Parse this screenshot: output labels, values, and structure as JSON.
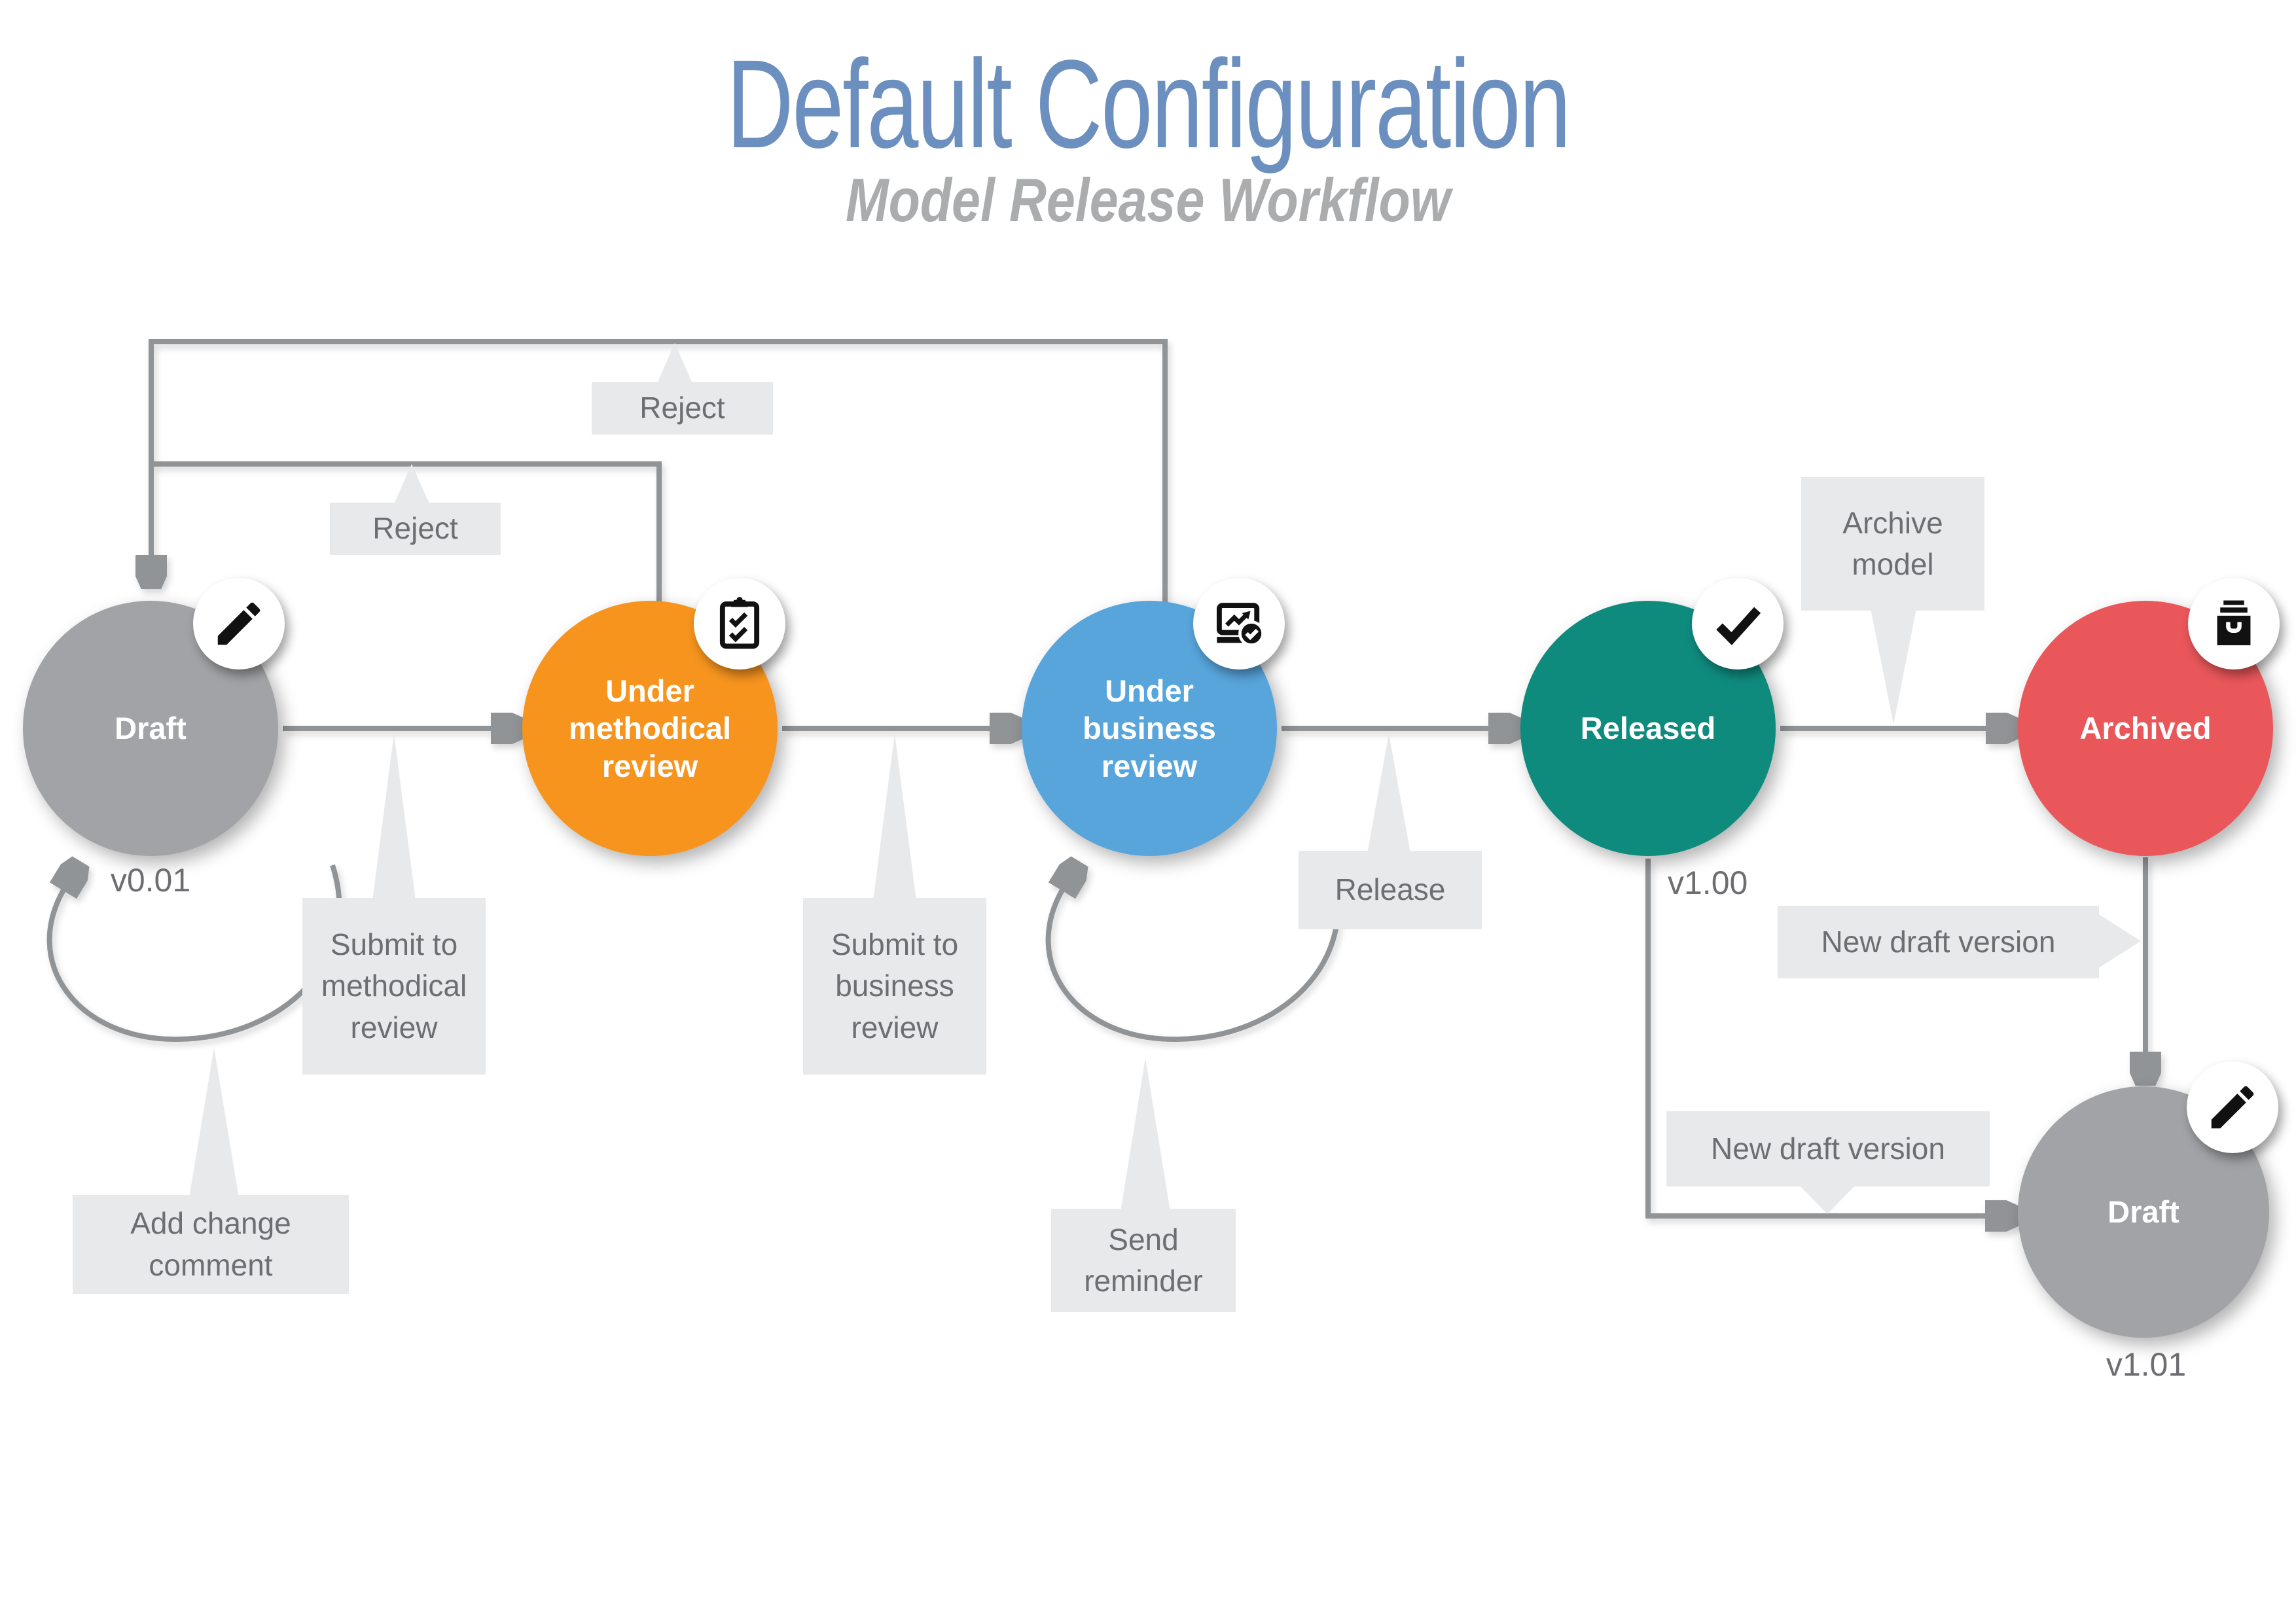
{
  "header": {
    "title": "Default Configuration",
    "subtitle": "Model Release Workflow"
  },
  "colors": {
    "title_text": "#6B8FBE",
    "subtitle_text": "#ABACAE",
    "connector": "#919497",
    "callout_bg": "#E8E9EA",
    "callout_text": "#6D6E71",
    "version_text": "#6D6E71",
    "node_text": "#FFFFFF",
    "badge_bg": "#FFFFFF",
    "icon": "#111111",
    "node_draft": "#A1A3A6",
    "node_methodical": "#F6941E",
    "node_business": "#57A5DB",
    "node_released": "#0F8B7E",
    "node_archived": "#E9575A",
    "node_draft_new": "#A1A3A6"
  },
  "nodes": [
    {
      "id": "draft",
      "label": "Draft",
      "version": "v0.01",
      "icon": "pencil-icon"
    },
    {
      "id": "under-methodical-review",
      "label": "Under methodical review",
      "icon": "clipboard-checklist-icon"
    },
    {
      "id": "under-business-review",
      "label": "Under business review",
      "icon": "laptop-chart-check-icon"
    },
    {
      "id": "released",
      "label": "Released",
      "version": "v1.00",
      "icon": "check-icon"
    },
    {
      "id": "archived",
      "label": "Archived",
      "icon": "archive-box-icon"
    },
    {
      "id": "draft-new",
      "label": "Draft",
      "version": "v1.01",
      "icon": "pencil-icon"
    }
  ],
  "transitions": {
    "submit_methodical": "Submit to methodical review",
    "submit_business": "Submit to business review",
    "release": "Release",
    "archive_model": "Archive model",
    "reject_business": "Reject",
    "reject_methodical": "Reject",
    "add_change_comment": "Add change comment",
    "send_reminder": "Send reminder",
    "new_draft_from_released": "New draft version",
    "new_draft_from_archived": "New draft version"
  }
}
